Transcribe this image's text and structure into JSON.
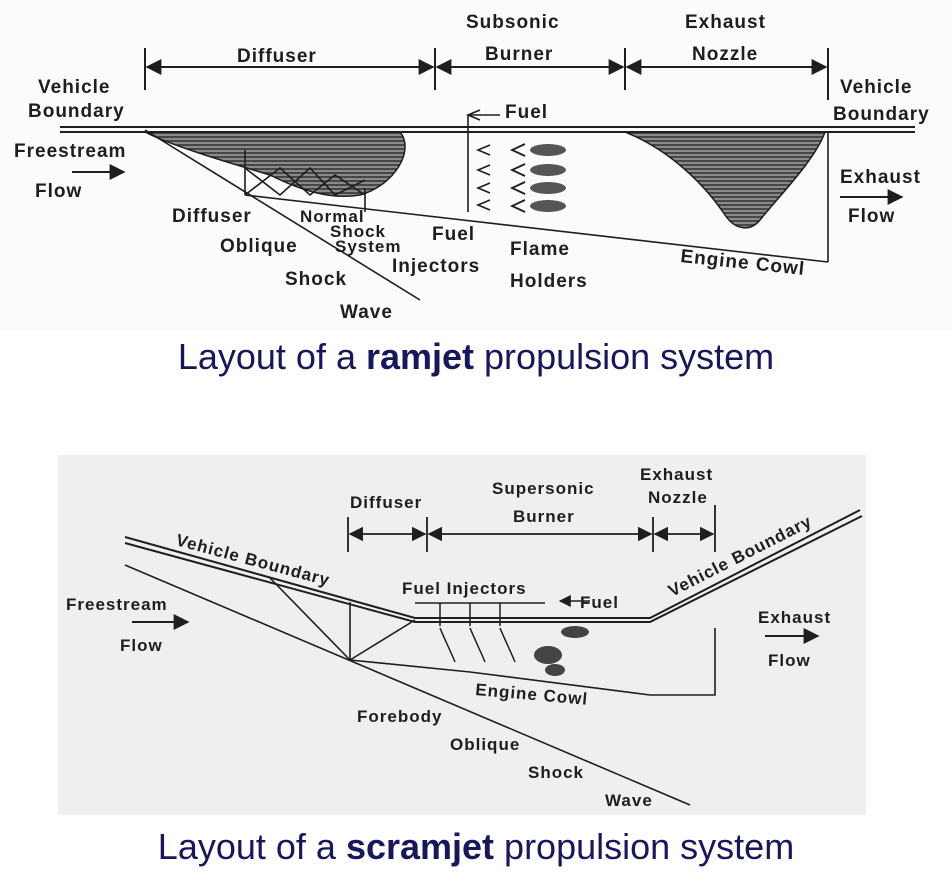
{
  "ramjet": {
    "labels": {
      "diffuser": "Diffuser",
      "subsonic": "Subsonic",
      "burner": "Burner",
      "exhaust": "Exhaust",
      "nozzle": "Nozzle",
      "vehicle_left": "Vehicle",
      "boundary_left": "Boundary",
      "vehicle_right": "Vehicle",
      "boundary_right": "Boundary",
      "fuel": "Fuel",
      "freestream": "Freestream",
      "flow_left": "Flow",
      "exhaust_flow_1": "Exhaust",
      "exhaust_flow_2": "Flow",
      "diffuser_low": "Diffuser",
      "oblique": "Oblique",
      "shock": "Shock",
      "wave": "Wave",
      "normal": "Normal",
      "normal_shock": "Shock",
      "system": "System",
      "fuel_inj_1": "Fuel",
      "fuel_inj_2": "Injectors",
      "flame": "Flame",
      "holders": "Holders",
      "engine_cowl": "Engine Cowl"
    },
    "caption": {
      "pre": "Layout of a ",
      "bold": "ramjet",
      "post": " propulsion system"
    }
  },
  "scramjet": {
    "labels": {
      "diffuser": "Diffuser",
      "supersonic": "Supersonic",
      "burner": "Burner",
      "exhaust": "Exhaust",
      "nozzle": "Nozzle",
      "vehicle_boundary_left": "Vehicle Boundary",
      "vehicle_boundary_right": "Vehicle Boundary",
      "fuel_injectors": "Fuel Injectors",
      "fuel": "Fuel",
      "freestream": "Freestream",
      "flow_left": "Flow",
      "exhaust_flow_1": "Exhaust",
      "exhaust_flow_2": "Flow",
      "engine_cowl": "Engine Cowl",
      "forebody": "Forebody",
      "oblique": "Oblique",
      "shock": "Shock",
      "wave": "Wave"
    },
    "caption": {
      "pre": "Layout of a ",
      "bold": "scramjet",
      "post": " propulsion system"
    }
  }
}
